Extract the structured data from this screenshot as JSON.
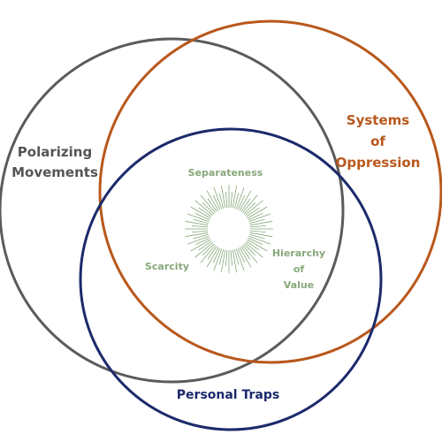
{
  "diagram": {
    "circles": [
      {
        "id": "polarizing",
        "label_lines": [
          "Polarizing",
          "Movements"
        ],
        "color": "#5b5b5b"
      },
      {
        "id": "systems",
        "label_lines": [
          "Systems",
          "of",
          "Oppression"
        ],
        "color": "#b9581d"
      },
      {
        "id": "personal",
        "label_lines": [
          "Personal Traps"
        ],
        "color": "#1c2a6b"
      }
    ],
    "center": {
      "burst_color": "#87a87a",
      "labels": {
        "top": "Separateness",
        "left": "Scarcity",
        "right_lines": [
          "Hierarchy",
          "of",
          "Value"
        ]
      }
    }
  }
}
